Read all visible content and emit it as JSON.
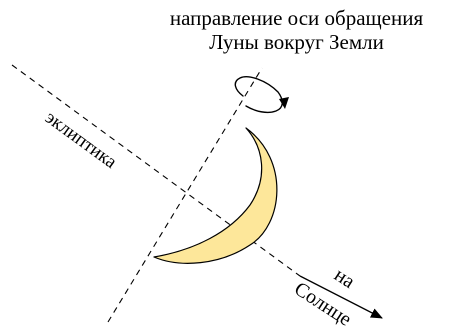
{
  "title": {
    "line1": "направление оси обращения",
    "line2": "Луны вокруг Земли"
  },
  "labels": {
    "ecliptic": "эклиптика",
    "to": "на",
    "sun": "Солнце"
  },
  "colors": {
    "crescent_fill": "#fde79a",
    "stroke": "#000000"
  }
}
